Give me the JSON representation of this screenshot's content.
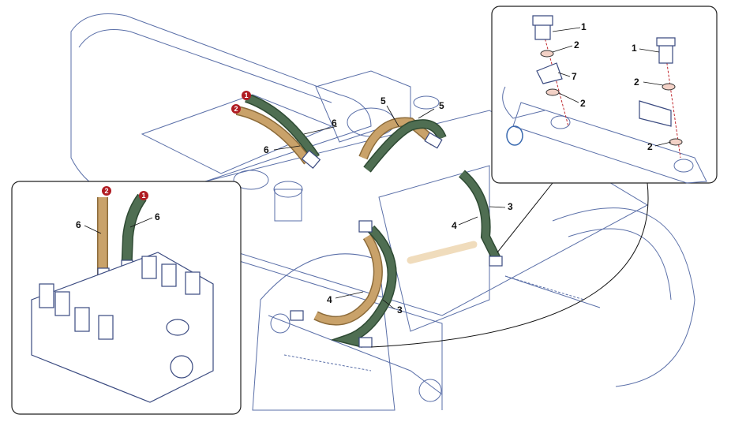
{
  "colors": {
    "green_hose": "#4f6e52",
    "tan_hose": "#c9a26a",
    "callout_red": "#b01c23",
    "line_art": "#5a6fa8"
  },
  "main": {
    "callouts": {
      "red1": "1",
      "red2": "2",
      "six_a": "6",
      "six_b": "6",
      "five_a": "5",
      "five_b": "5",
      "four_a": "4",
      "four_b": "4",
      "three_a": "3",
      "three_b": "3"
    }
  },
  "inset_right": {
    "callouts": {
      "one_a": "1",
      "two_a": "2",
      "seven": "7",
      "two_b": "2",
      "one_b": "1",
      "two_c": "2",
      "two_d": "2"
    }
  },
  "inset_left": {
    "callouts": {
      "red2": "2",
      "red1": "1",
      "six_a": "6",
      "six_b": "6"
    }
  }
}
